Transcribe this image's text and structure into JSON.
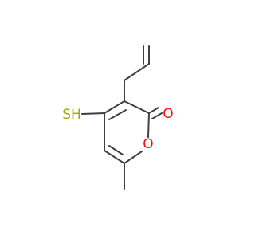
{
  "structure": {
    "atoms": {
      "sulfur_group": {
        "label": "SH",
        "color": "#a6a600"
      },
      "ring_oxygen": {
        "label": "O",
        "color": "#ff0d0d"
      },
      "carbonyl_oxygen": {
        "label": "O",
        "color": "#ff0d0d"
      }
    },
    "bond_color": "#404040"
  }
}
